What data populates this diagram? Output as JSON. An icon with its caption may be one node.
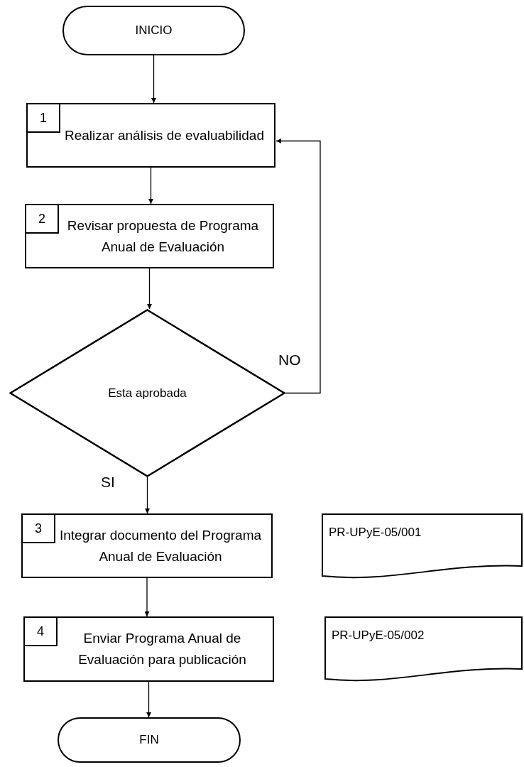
{
  "diagram": {
    "nodes": [
      {
        "text": [
          "INICIO"
        ]
      },
      {
        "text": [
          "1",
          "Realizar análisis de evaluabilidad"
        ]
      },
      {
        "text": [
          "2",
          "Revisar propuesta de Programa Anual de Evaluación"
        ]
      },
      {
        "text": [
          "Esta aprobada"
        ]
      },
      {
        "text": [
          "3",
          "Integrar documento del Programa Anual de Evaluación"
        ]
      },
      {
        "text": [
          "PR-UPyE-05/001"
        ]
      },
      {
        "text": [
          "4",
          "Enviar Programa Anual de Evaluación para publicación"
        ]
      },
      {
        "text": [
          "PR-UPyE-05/002"
        ]
      },
      {
        "text": [
          "FIN"
        ]
      }
    ],
    "edges": [
      {
        "from": 0,
        "to": 1,
        "arrow": "to"
      },
      {
        "from": 1,
        "to": 2,
        "arrow": "to"
      },
      {
        "from": 2,
        "to": 3,
        "arrow": "to"
      },
      {
        "from": 3,
        "to": 1,
        "arrow": "to",
        "label": "NO"
      },
      {
        "from": 3,
        "to": 4,
        "arrow": "to",
        "label": "SI"
      },
      {
        "from": 4,
        "to": 6,
        "arrow": "to"
      },
      {
        "from": 6,
        "to": 8,
        "arrow": "to"
      }
    ]
  }
}
